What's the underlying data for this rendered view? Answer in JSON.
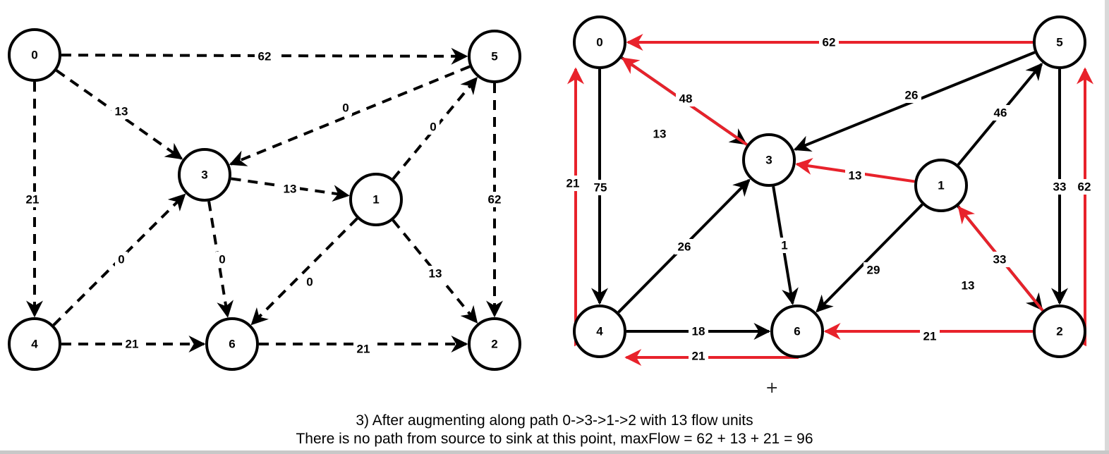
{
  "colors": {
    "black": "#000000",
    "red": "#e8222b",
    "white": "#ffffff"
  },
  "caption": {
    "line1": "3) After augmenting along path 0->3->1->2 with 13 flow units",
    "line2": "There is no path from source to sink at this point, maxFlow = 62 + 13 + 21 = 96"
  },
  "cursor_glyph": "+",
  "left_graph": {
    "nodes": [
      {
        "id": "0",
        "label": "0"
      },
      {
        "id": "5",
        "label": "5"
      },
      {
        "id": "3",
        "label": "3"
      },
      {
        "id": "1",
        "label": "1"
      },
      {
        "id": "4",
        "label": "4"
      },
      {
        "id": "6",
        "label": "6"
      },
      {
        "id": "2",
        "label": "2"
      }
    ],
    "edges": [
      {
        "from": "0",
        "to": "5",
        "label": "62",
        "style": "dashed",
        "color": "black"
      },
      {
        "from": "0",
        "to": "3",
        "label": "13",
        "style": "dashed",
        "color": "black"
      },
      {
        "from": "0",
        "to": "4",
        "label": "21",
        "style": "dashed",
        "color": "black"
      },
      {
        "from": "5",
        "to": "3",
        "label": "0",
        "style": "dashed",
        "color": "black"
      },
      {
        "from": "1",
        "to": "5",
        "label": "0",
        "style": "dashed",
        "color": "black"
      },
      {
        "from": "5",
        "to": "2",
        "label": "62",
        "style": "dashed",
        "color": "black"
      },
      {
        "from": "3",
        "to": "1",
        "label": "13",
        "style": "dashed",
        "color": "black"
      },
      {
        "from": "3",
        "to": "6",
        "label": "0",
        "style": "dashed",
        "color": "black"
      },
      {
        "from": "4",
        "to": "3",
        "label": "0",
        "style": "dashed",
        "color": "black"
      },
      {
        "from": "4",
        "to": "6",
        "label": "21",
        "style": "dashed",
        "color": "black"
      },
      {
        "from": "1",
        "to": "6",
        "label": "0",
        "style": "dashed",
        "color": "black"
      },
      {
        "from": "1",
        "to": "2",
        "label": "13",
        "style": "dashed",
        "color": "black"
      },
      {
        "from": "6",
        "to": "2",
        "label": "21",
        "style": "dashed",
        "color": "black"
      }
    ]
  },
  "right_graph": {
    "nodes": [
      {
        "id": "0",
        "label": "0"
      },
      {
        "id": "5",
        "label": "5"
      },
      {
        "id": "3",
        "label": "3"
      },
      {
        "id": "1",
        "label": "1"
      },
      {
        "id": "4",
        "label": "4"
      },
      {
        "id": "6",
        "label": "6"
      },
      {
        "id": "2",
        "label": "2"
      }
    ],
    "edges": [
      {
        "from": "5",
        "to": "0",
        "label": "62",
        "style": "solid",
        "color": "red"
      },
      {
        "from": "0",
        "to": "3",
        "label": "48",
        "style": "solid",
        "color": "black"
      },
      {
        "from": "3",
        "to": "0",
        "label": "13",
        "style": "solid",
        "color": "red"
      },
      {
        "from": "0",
        "to": "4",
        "label": "75",
        "style": "solid",
        "color": "black"
      },
      {
        "from": "4",
        "to": "0",
        "label": "21",
        "style": "solid",
        "color": "red"
      },
      {
        "from": "5",
        "to": "3",
        "label": "26",
        "style": "solid",
        "color": "black"
      },
      {
        "from": "1",
        "to": "5",
        "label": "46",
        "style": "solid",
        "color": "black"
      },
      {
        "from": "5",
        "to": "2",
        "label": "33",
        "style": "solid",
        "color": "black"
      },
      {
        "from": "2",
        "to": "5",
        "label": "62",
        "style": "solid",
        "color": "red"
      },
      {
        "from": "1",
        "to": "3",
        "label": "13",
        "style": "solid",
        "color": "red"
      },
      {
        "from": "3",
        "to": "6",
        "label": "1",
        "style": "solid",
        "color": "black"
      },
      {
        "from": "4",
        "to": "3",
        "label": "26",
        "style": "solid",
        "color": "black"
      },
      {
        "from": "4",
        "to": "6",
        "label": "18",
        "style": "solid",
        "color": "black"
      },
      {
        "from": "6",
        "to": "4",
        "label": "21",
        "style": "solid",
        "color": "red"
      },
      {
        "from": "1",
        "to": "6",
        "label": "29",
        "style": "solid",
        "color": "black"
      },
      {
        "from": "1",
        "to": "2",
        "label": "33",
        "style": "solid",
        "color": "black"
      },
      {
        "from": "2",
        "to": "1",
        "label": "13",
        "style": "solid",
        "color": "red"
      },
      {
        "from": "2",
        "to": "6",
        "label": "21",
        "style": "solid",
        "color": "red"
      }
    ]
  }
}
